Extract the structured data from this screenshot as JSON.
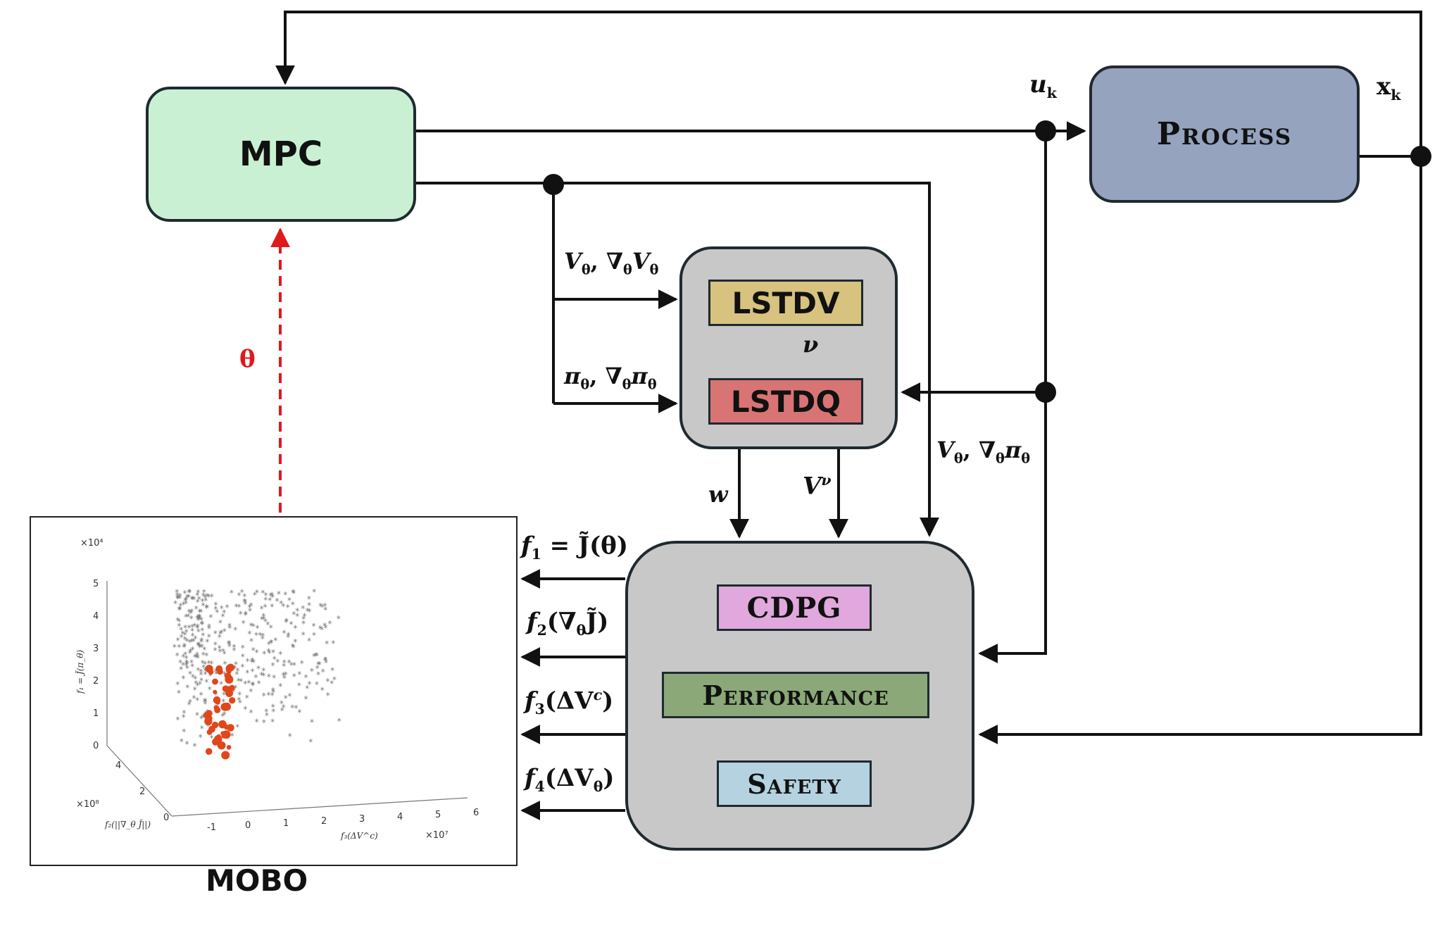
{
  "blocks": {
    "mpc": "MPC",
    "process": "Process",
    "lstdv": "LSTDV",
    "lstdq": "LSTDQ",
    "cdpg": "CDPG",
    "performance": "Performance",
    "safety": "Safety",
    "mobo": "MOBO"
  },
  "signals": {
    "u": "u",
    "u_sub": "k",
    "x": "x",
    "x_sub": "k",
    "theta": "θ",
    "v_grad_v": "V",
    "v_grad_v_rest": ", ∇",
    "v_grad_v_end": "V",
    "pi_grad_pi": "π",
    "pi_grad_pi_rest": ", ∇",
    "pi_grad_pi_end": "π",
    "v_grad_pi": "V",
    "v_grad_pi_rest": ", ∇",
    "v_grad_pi_end": "π",
    "theta_sub": "θ",
    "nu": "ν",
    "w": "w",
    "v_nu": "V",
    "v_nu_sup": "ν"
  },
  "objectives": {
    "f1": "f",
    "f1_sub": "1",
    "f1_rest": " = J̃(θ)",
    "f2": "f",
    "f2_sub": "2",
    "f2_rest": "(∇",
    "f2_end": "J̃)",
    "f3": "f",
    "f3_sub": "3",
    "f3_rest": "(ΔV",
    "f3_sup": "c",
    "f3_end": ")",
    "f4": "f",
    "f4_sub": "4",
    "f4_rest": "(ΔV",
    "f4_end": ")"
  },
  "plot": {
    "z_exponent": "×10⁴",
    "z_ticks": [
      "0",
      "1",
      "2",
      "3",
      "4",
      "5"
    ],
    "z_label": "f₁ = J̃(π_θ)",
    "y_exponent": "×10⁸",
    "y_ticks": [
      "0",
      "2",
      "4"
    ],
    "y_label": "f₂(||∇_θ J̃||)",
    "x_exponent": "×10⁷",
    "x_ticks": [
      "-1",
      "0",
      "1",
      "2",
      "3",
      "4",
      "5",
      "6"
    ],
    "x_label": "f₃(ΔV^c)",
    "colors": {
      "samples": "#7a7a7a",
      "pareto": "#e0471b"
    }
  },
  "colors": {
    "mpc": "#c9f0d3",
    "process": "#95a3be",
    "gray_block": "#c8c8c8",
    "lstdv": "#d7c27f",
    "lstdq": "#d97474",
    "cdpg": "#e0a8dc",
    "performance": "#8aa878",
    "safety": "#b5d2e0",
    "theta_arrow": "#e0191b"
  }
}
